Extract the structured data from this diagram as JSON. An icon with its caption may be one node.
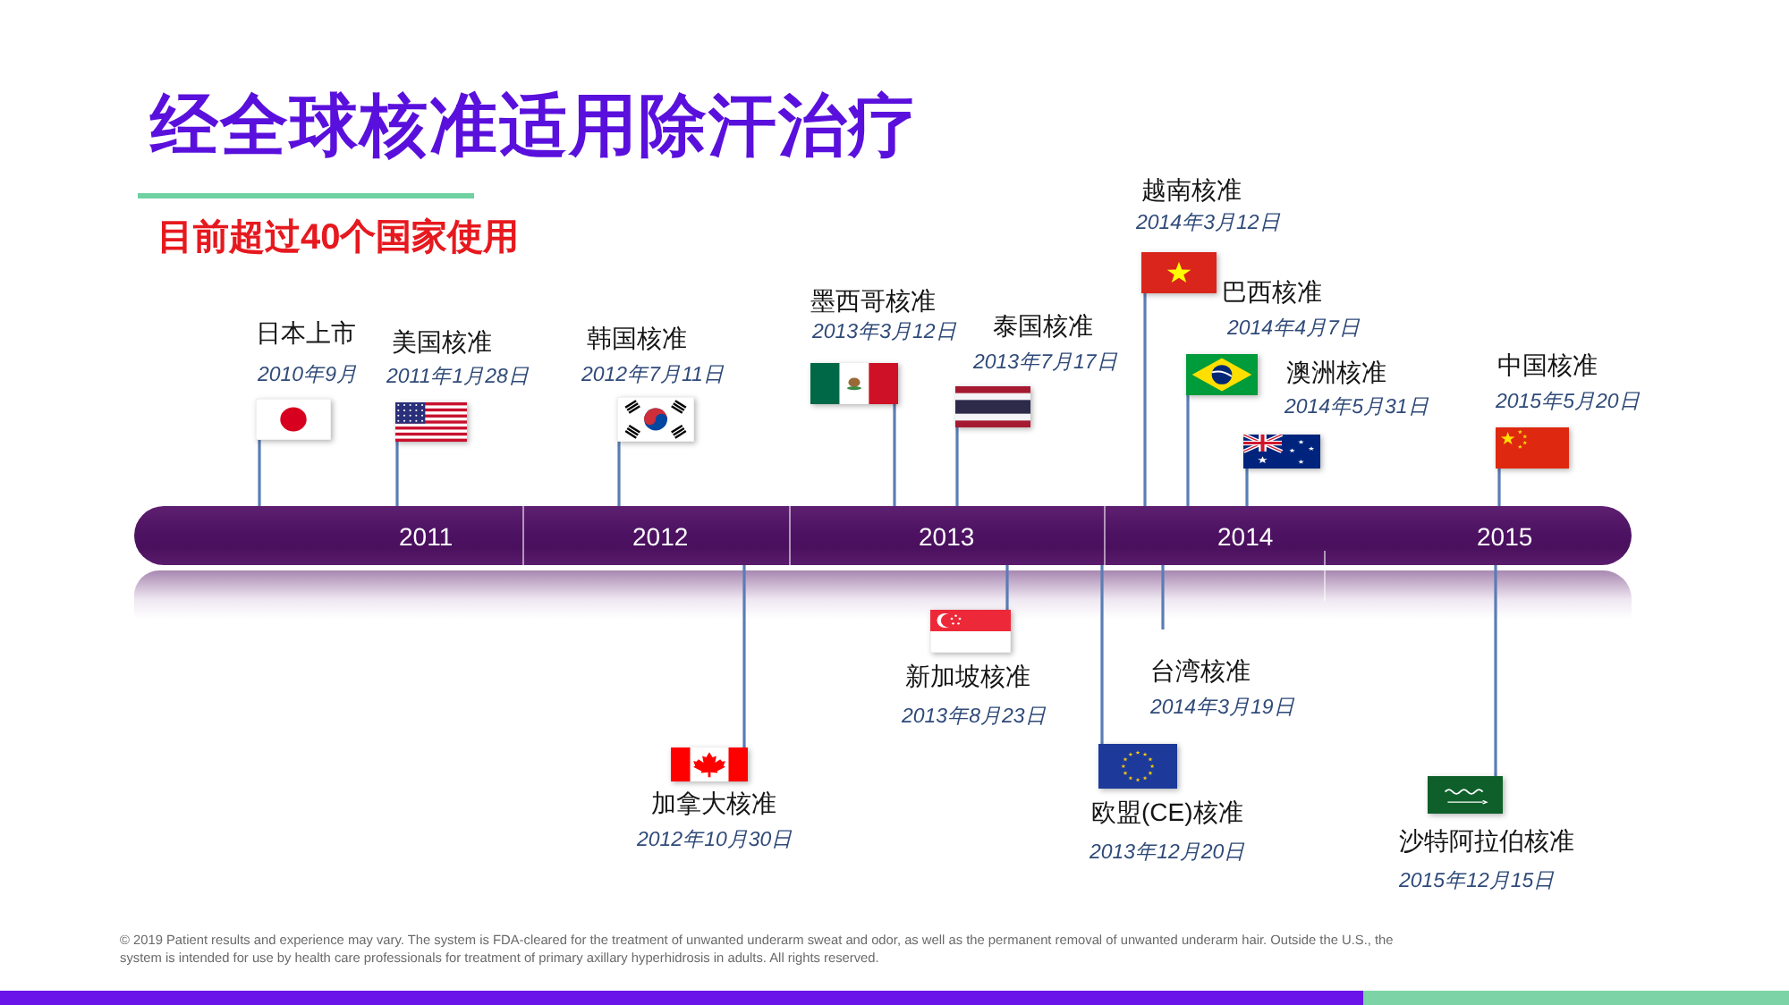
{
  "diagram": {
    "title": "经全球核准适用除汗治疗",
    "nodes": [
      {
        "text": [
          "日本上市",
          "2010年9月"
        ]
      },
      {
        "text": [
          "美国核准",
          "2011年1月28日"
        ]
      },
      {
        "text": [
          "韩国核准",
          "2012年7月11日"
        ]
      },
      {
        "text": [
          "墨西哥核准",
          "2013年3月12日"
        ]
      },
      {
        "text": [
          "泰国核准",
          "2013年7月17日"
        ]
      },
      {
        "text": [
          "越南核准",
          "2014年3月12日"
        ]
      },
      {
        "text": [
          "巴西核准",
          "2014年4月7日"
        ]
      },
      {
        "text": [
          "澳洲核准",
          "2014年5月31日"
        ]
      },
      {
        "text": [
          "中国核准",
          "2015年5月20日"
        ]
      },
      {
        "text": [
          "2011",
          "2012",
          "2013",
          "2014",
          "2015"
        ]
      },
      {
        "text": [
          "加拿大核准",
          "2012年10月30日"
        ]
      },
      {
        "text": [
          "新加坡核准",
          "2013年8月23日"
        ]
      },
      {
        "text": [
          "欧盟(CE)核准",
          "2013年12月20日"
        ]
      },
      {
        "text": [
          "台湾核准",
          "2014年3月19日"
        ]
      },
      {
        "text": [
          "沙特阿拉伯核准",
          "2015年12月15日"
        ]
      }
    ],
    "edges": [
      {
        "from": 0,
        "to": 9,
        "arrow": "none"
      },
      {
        "from": 1,
        "to": 9,
        "arrow": "none"
      },
      {
        "from": 2,
        "to": 9,
        "arrow": "none"
      },
      {
        "from": 3,
        "to": 9,
        "arrow": "none"
      },
      {
        "from": 4,
        "to": 9,
        "arrow": "none"
      },
      {
        "from": 5,
        "to": 9,
        "arrow": "none"
      },
      {
        "from": 6,
        "to": 9,
        "arrow": "none"
      },
      {
        "from": 7,
        "to": 9,
        "arrow": "none"
      },
      {
        "from": 8,
        "to": 9,
        "arrow": "none"
      },
      {
        "from": 10,
        "to": 9,
        "arrow": "none"
      },
      {
        "from": 11,
        "to": 9,
        "arrow": "none"
      },
      {
        "from": 12,
        "to": 9,
        "arrow": "none"
      },
      {
        "from": 13,
        "to": 9,
        "arrow": "none"
      },
      {
        "from": 14,
        "to": 9,
        "arrow": "none"
      }
    ],
    "labels": [
      "目前超过40个国家使用",
      "© 2019 Patient results and experience may vary. The system is FDA-cleared for the treatment of unwanted underarm sweat and odor, as well as the permanent removal of unwanted underarm hair. Outside the U.S., the system is intended for use by health care professionals for treatment of primary axillary hyperhidrosis in adults. All rights reserved."
    ]
  }
}
